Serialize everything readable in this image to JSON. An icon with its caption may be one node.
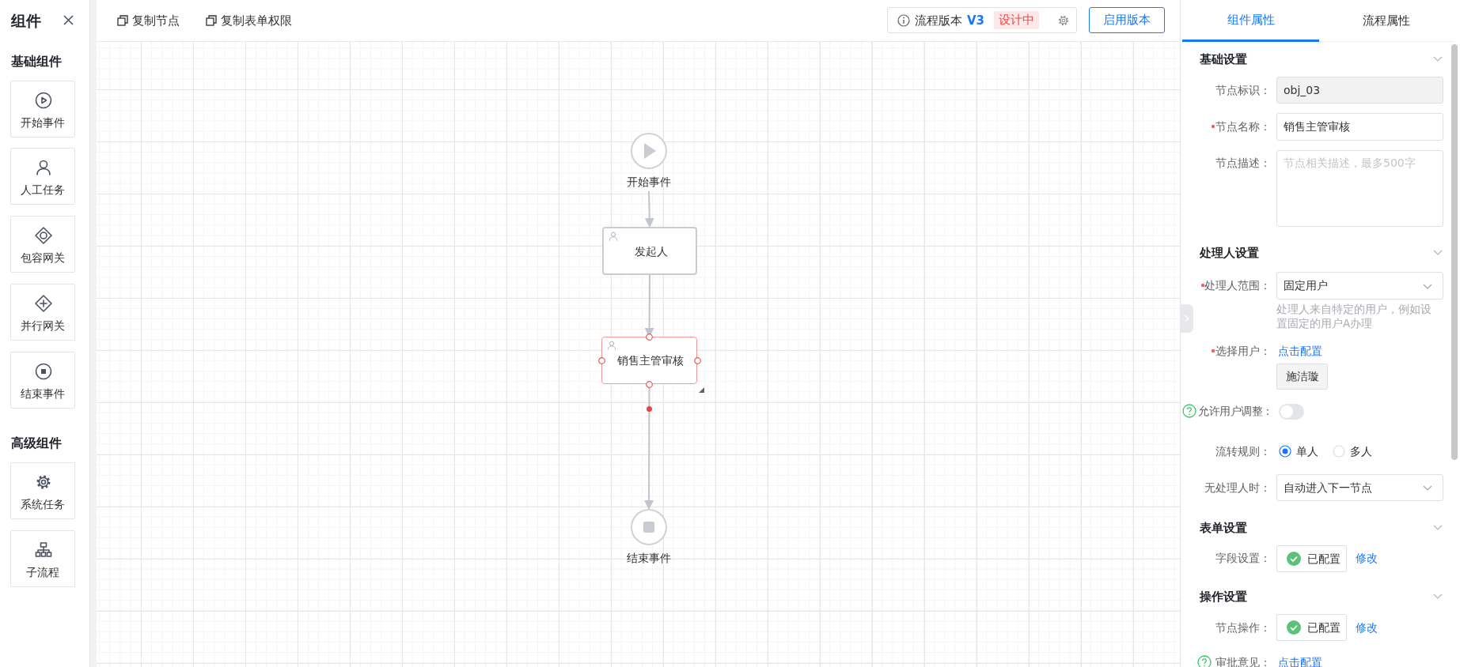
{
  "diagram": {
    "nodes": [
      {
        "text": [
          "开始事件"
        ]
      },
      {
        "text": [
          "发起人"
        ]
      },
      {
        "text": [
          "销售主管审核"
        ]
      },
      {
        "text": [
          "结束事件"
        ]
      }
    ],
    "edges": [
      {
        "from": 0,
        "to": 1,
        "arrow": "to"
      },
      {
        "from": 1,
        "to": 2,
        "arrow": "to"
      },
      {
        "from": 2,
        "to": 3,
        "arrow": "to"
      }
    ],
    "labels": [
      "组件",
      "基础组件",
      "开始事件",
      "人工任务",
      "包容网关",
      "并行网关",
      "结束事件",
      "高级组件",
      "系统任务",
      "子流程",
      "复制节点",
      "复制表单权限",
      "流程版本",
      "V3",
      "设计中",
      "启用版本",
      "组件属性",
      "流程属性",
      "基础设置",
      "节点标识：",
      "obj_03",
      "节点名称：",
      "销售主管审核",
      "节点描述：",
      "节点相关描述，最多500字",
      "处理人设置",
      "处理人范围：",
      "固定用户",
      "处理人来自特定的用户，例如设置固定的用户A办理",
      "选择用户：",
      "点击配置",
      "施洁璇",
      "允许用户调整：",
      "流转规则：",
      "单人",
      "多人",
      "无处理人时：",
      "自动进入下一节点",
      "表单设置",
      "字段设置：",
      "已配置",
      "修改",
      "操作设置",
      "节点操作：",
      "已配置",
      "修改",
      "审批意见：",
      "点击配置"
    ]
  }
}
